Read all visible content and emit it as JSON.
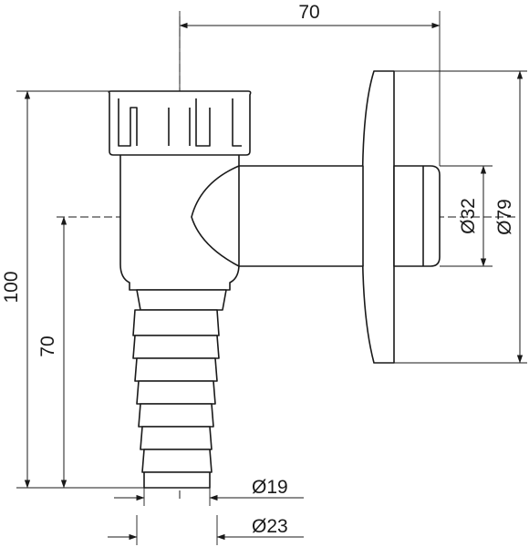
{
  "dimensions": {
    "top_width": "70",
    "total_height": "100",
    "axis_height": "70",
    "outlet_diameter": "Ø32",
    "flange_diameter": "Ø79",
    "hose_inner_diameter": "Ø19",
    "hose_outer_diameter": "Ø23"
  },
  "colors": {
    "line": "#1a1a1a",
    "background": "#ffffff"
  }
}
